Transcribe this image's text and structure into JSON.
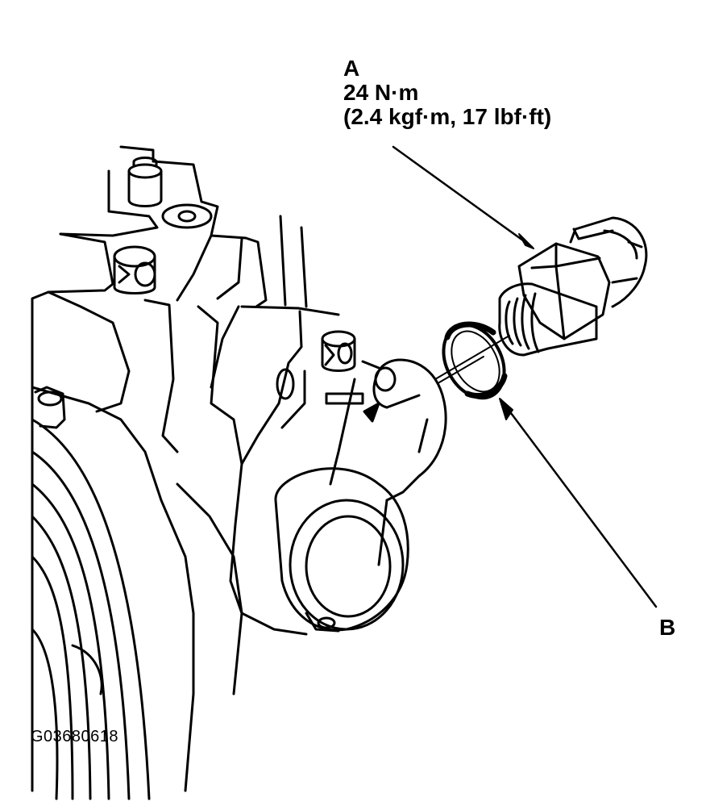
{
  "callout_a": {
    "letter": "A",
    "torque_nm": "24 N·m",
    "torque_alt": "(2.4 kgf·m, 17 lbf·ft)"
  },
  "callout_b": {
    "letter": "B"
  },
  "figure_id": "G03680618",
  "colors": {
    "line": "#000000",
    "background": "#ffffff"
  }
}
